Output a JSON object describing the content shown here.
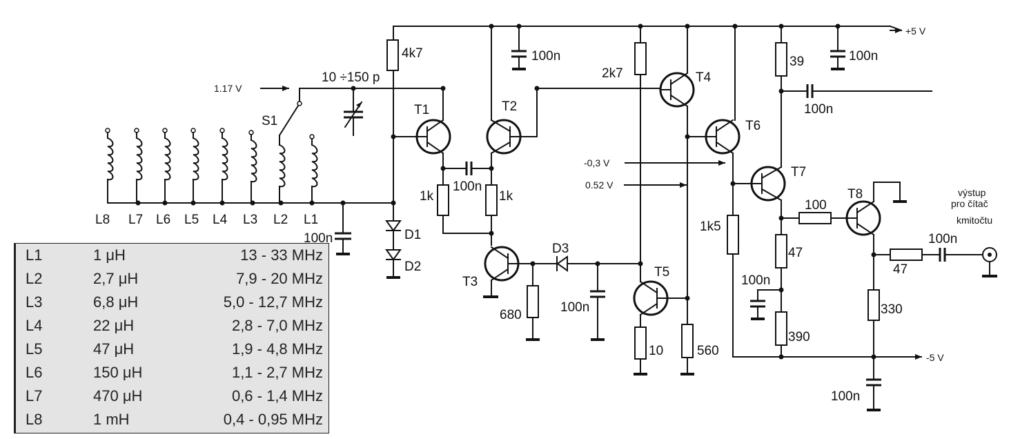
{
  "voltages": {
    "v_1_17": "1.17  V",
    "v_plus5": "+5 V",
    "v_minus03": "-0,3  V",
    "v_052": "0.52  V",
    "v_minus5": "-5 V"
  },
  "switch": {
    "label": "S1"
  },
  "trimmer": {
    "label": "10 ÷150 p"
  },
  "coils": [
    "L8",
    "L7",
    "L6",
    "L5",
    "L4",
    "L3",
    "L2",
    "L1"
  ],
  "capacitors": {
    "c_top1": "100n",
    "c_top2": "100n",
    "c_out_t4": "100n",
    "c_t1t2": "100n",
    "c_l1": "100n",
    "c_d3": "100n",
    "c_t7": "100n",
    "c_out": "100n",
    "c_bottom": "100n"
  },
  "resistors": {
    "r_4k7": "4k7",
    "r_2k7": "2k7",
    "r_39": "39",
    "r_1k_left": "1k",
    "r_1k_right": "1k",
    "r_680": "680",
    "r_10": "10",
    "r_560": "560",
    "r_1k5": "1k5",
    "r_100": "100",
    "r_47a": "47",
    "r_390": "390",
    "r_47b": "47",
    "r_330": "330"
  },
  "diodes": {
    "d1": "D1",
    "d2": "D2",
    "d3": "D3"
  },
  "transistors": {
    "t1": "T1",
    "t2": "T2",
    "t3": "T3",
    "t4": "T4",
    "t5": "T5",
    "t6": "T6",
    "t7": "T7",
    "t8": "T8"
  },
  "output": {
    "line1": "výstup",
    "line2": "pro čítač",
    "line3": "kmitočtu"
  },
  "table": [
    {
      "coil": "L1",
      "inductance": "1 μH",
      "range": "13 - 33 MHz"
    },
    {
      "coil": "L2",
      "inductance": "2,7 μH",
      "range": "7,9 - 20 MHz"
    },
    {
      "coil": "L3",
      "inductance": "6,8 μH",
      "range": "5,0 - 12,7 MHz"
    },
    {
      "coil": "L4",
      "inductance": "22 μH",
      "range": "2,8 - 7,0 MHz"
    },
    {
      "coil": "L5",
      "inductance": "47 μH",
      "range": "1,9 - 4,8 MHz"
    },
    {
      "coil": "L6",
      "inductance": "150 μH",
      "range": "1,1 - 2,7 MHz"
    },
    {
      "coil": "L7",
      "inductance": "470 μH",
      "range": "0,6 - 1,4 MHz"
    },
    {
      "coil": "L8",
      "inductance": "1 mH",
      "range": "0,4 - 0,95 MHz"
    }
  ]
}
